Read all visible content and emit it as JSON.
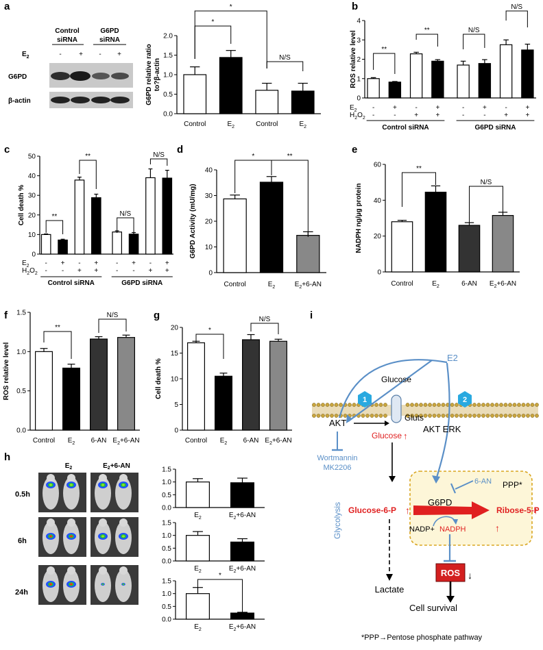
{
  "panels": {
    "a": {
      "letter": "a",
      "blot": {
        "group1": "Control\nsiRNA",
        "group2": "G6PD\nsiRNA",
        "e2_label": "E",
        "e2_sub": "2",
        "signs": [
          "-",
          "+",
          "-",
          "+"
        ],
        "row1": "G6PD",
        "row2": "β-actin"
      },
      "chart": {
        "type": "bar",
        "ylabel": "G6PD relative ratio\nto?β-actin",
        "yticks": [
          "0.0",
          "0.5",
          "1.0",
          "1.5",
          "2.0"
        ],
        "ylim": [
          0,
          2.0
        ],
        "categories": [
          "Control",
          "E2",
          "Control",
          "E2"
        ],
        "values": [
          1.0,
          1.44,
          0.6,
          0.58
        ],
        "errors": [
          0.2,
          0.18,
          0.18,
          0.2
        ],
        "fills": [
          "#ffffff",
          "#000000",
          "#ffffff",
          "#000000"
        ],
        "sig": [
          "*",
          "*",
          "N/S"
        ]
      }
    },
    "b": {
      "letter": "b",
      "chart": {
        "type": "bar",
        "ylabel": "ROS relative level",
        "yticks": [
          "0",
          "1",
          "2",
          "3",
          "4"
        ],
        "ylim": [
          0,
          4
        ],
        "values": [
          1.0,
          0.82,
          2.28,
          1.9,
          1.7,
          1.78,
          2.75,
          2.48
        ],
        "errors": [
          0.05,
          0.03,
          0.08,
          0.08,
          0.2,
          0.2,
          0.25,
          0.3
        ],
        "fills": [
          "#fff",
          "#000",
          "#fff",
          "#000",
          "#fff",
          "#000",
          "#fff",
          "#000"
        ],
        "e2_signs": [
          "-",
          "+",
          "-",
          "+",
          "-",
          "+",
          "-",
          "+"
        ],
        "h2o2_signs": [
          "-",
          "-",
          "+",
          "+",
          "-",
          "-",
          "+",
          "+"
        ],
        "groups": [
          "Control siRNA",
          "G6PD siRNA"
        ],
        "sig": [
          "**",
          "**",
          "N/S",
          "N/S"
        ]
      }
    },
    "c": {
      "letter": "c",
      "chart": {
        "type": "bar",
        "ylabel": "Cell death %",
        "yticks": [
          "0",
          "10",
          "20",
          "30",
          "40",
          "50"
        ],
        "ylim": [
          0,
          50
        ],
        "values": [
          10.0,
          7.2,
          37.8,
          28.8,
          11.3,
          10.2,
          39.0,
          38.8
        ],
        "errors": [
          0.3,
          0.4,
          1.5,
          1.8,
          0.6,
          0.8,
          4.5,
          4.0
        ],
        "fills": [
          "#fff",
          "#000",
          "#fff",
          "#000",
          "#fff",
          "#000",
          "#fff",
          "#000"
        ],
        "e2_signs": [
          "-",
          "+",
          "-",
          "+",
          "-",
          "+",
          "-",
          "+"
        ],
        "h2o2_signs": [
          "-",
          "-",
          "+",
          "+",
          "-",
          "-",
          "+",
          "+"
        ],
        "groups": [
          "Control siRNA",
          "G6PD siRNA"
        ],
        "sig": [
          "**",
          "**",
          "N/S",
          "N/S"
        ]
      }
    },
    "d": {
      "letter": "d",
      "chart": {
        "type": "bar",
        "ylabel": "G6PD Activity (mU/mg)",
        "yticks": [
          "0",
          "10",
          "20",
          "30",
          "40"
        ],
        "ylim": [
          0,
          40
        ],
        "categories": [
          "Control",
          "E2",
          "E2+6-AN"
        ],
        "values": [
          28.7,
          35.2,
          14.5
        ],
        "errors": [
          1.5,
          2.2,
          1.4
        ],
        "fills": [
          "#fff",
          "#000",
          "#888"
        ],
        "sig": [
          "*",
          "**"
        ]
      }
    },
    "e": {
      "letter": "e",
      "chart": {
        "type": "bar",
        "ylabel": "NADPH ng/µg protein",
        "yticks": [
          "0",
          "20",
          "40",
          "60"
        ],
        "ylim": [
          0,
          60
        ],
        "categories": [
          "Control",
          "E2",
          "6-AN",
          "E2+6-AN"
        ],
        "values": [
          28.0,
          44.5,
          26.0,
          31.5
        ],
        "errors": [
          0.8,
          3.5,
          1.5,
          1.8
        ],
        "fills": [
          "#fff",
          "#000",
          "#333",
          "#888"
        ],
        "sig": [
          "**",
          "N/S"
        ]
      }
    },
    "f": {
      "letter": "f",
      "chart": {
        "type": "bar",
        "ylabel": "ROS relative level",
        "yticks": [
          "0.0",
          "0.5",
          "1.0",
          "1.5"
        ],
        "ylim": [
          0,
          1.5
        ],
        "categories": [
          "Control",
          "E2",
          "6-AN",
          "E2+6-AN"
        ],
        "values": [
          1.0,
          0.79,
          1.16,
          1.18
        ],
        "errors": [
          0.04,
          0.05,
          0.03,
          0.03
        ],
        "fills": [
          "#fff",
          "#000",
          "#333",
          "#888"
        ],
        "sig": [
          "**",
          "N/S"
        ]
      }
    },
    "g": {
      "letter": "g",
      "chart": {
        "type": "bar",
        "ylabel": "Cell death %",
        "yticks": [
          "0",
          "5",
          "10",
          "15",
          "20"
        ],
        "ylim": [
          0,
          20
        ],
        "categories": [
          "Control",
          "E2",
          "6-AN",
          "E2+6-AN"
        ],
        "values": [
          17.0,
          10.5,
          17.6,
          17.3
        ],
        "errors": [
          0.3,
          0.6,
          1.0,
          0.4
        ],
        "fills": [
          "#fff",
          "#000",
          "#333",
          "#888"
        ],
        "sig": [
          "*",
          "N/S"
        ]
      }
    },
    "h": {
      "letter": "h",
      "col1": "E",
      "col1_sub": "2",
      "col2": "E",
      "col2_sub": "2",
      "col2_tail": "+6-AN",
      "times": [
        "0.5h",
        "6h",
        "24h"
      ],
      "charts": [
        {
          "values": [
            1.0,
            0.97
          ],
          "errors": [
            0.13,
            0.18
          ],
          "sig": ""
        },
        {
          "values": [
            1.0,
            0.74
          ],
          "errors": [
            0.15,
            0.13
          ],
          "sig": ""
        },
        {
          "values": [
            1.0,
            0.24
          ],
          "errors": [
            0.24,
            0.03
          ],
          "sig": "*"
        }
      ],
      "yticks": [
        "0.0",
        "0.5",
        "1.0",
        "1.5"
      ],
      "categories": [
        "E2",
        "E2+6-AN"
      ]
    },
    "i": {
      "letter": "i",
      "e2": "E2",
      "glucose_top": "Glucose",
      "gluts": "Gluts",
      "akt": "AKT",
      "akt_erk": "AKT  ERK",
      "glucose_red": "Glucose",
      "wortmannin": "Wortmannin",
      "mk2206": "MK2206",
      "an6": "6-AN",
      "ppp": "PPP*",
      "g6pd": "G6PD",
      "glycolysis": "Glycolysis",
      "g6p": "Glucose-6-P",
      "r5p": "Ribose-5-P",
      "nadp": "NADP+",
      "nadph": "NADPH",
      "ros": "ROS",
      "lactate": "Lactate",
      "survival": "Cell survival",
      "n1": "1",
      "n2": "2",
      "footnote": "*PPP→Pentose phosphate pathway"
    }
  },
  "colors": {
    "blue": "#5a8fc7",
    "red": "#e02020",
    "hex": "#29a9e0",
    "ros_box": "#d31f1f"
  }
}
